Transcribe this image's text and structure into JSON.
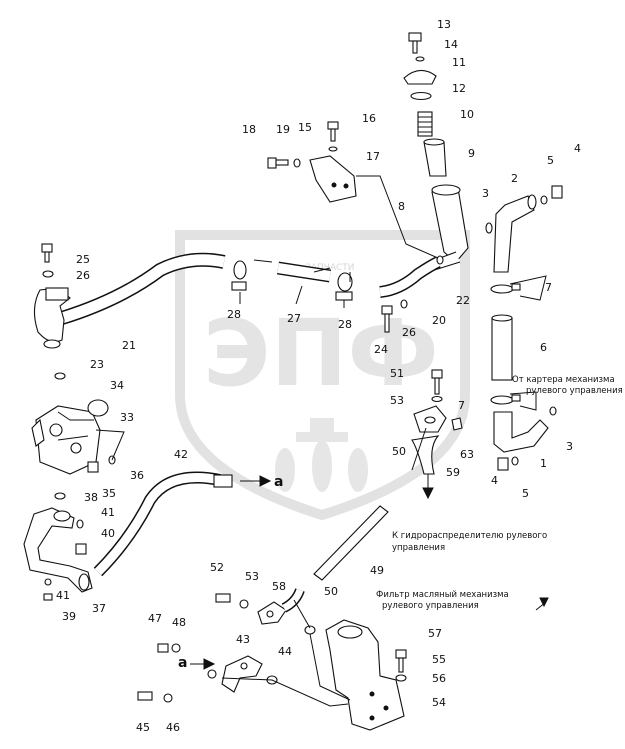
{
  "watermark": {
    "brand": "ЭПФ",
    "site": "ЗАПЧАСТИ"
  },
  "notes": {
    "from_steering_case": [
      "От картера механизма",
      "рулевого управления"
    ],
    "to_steering_valve": [
      "К гидрораспределителю рулевого",
      "управления"
    ],
    "oil_filter": [
      "Фильтр масляный механизма",
      "рулевого управления"
    ]
  },
  "arrow_labels": [
    "a",
    "a"
  ],
  "callouts": [
    {
      "n": "1"
    },
    {
      "n": "2"
    },
    {
      "n": "3"
    },
    {
      "n": "3"
    },
    {
      "n": "4"
    },
    {
      "n": "4"
    },
    {
      "n": "5"
    },
    {
      "n": "5"
    },
    {
      "n": "6"
    },
    {
      "n": "7"
    },
    {
      "n": "7"
    },
    {
      "n": "8"
    },
    {
      "n": "9"
    },
    {
      "n": "10"
    },
    {
      "n": "11"
    },
    {
      "n": "12"
    },
    {
      "n": "13"
    },
    {
      "n": "14"
    },
    {
      "n": "15"
    },
    {
      "n": "16"
    },
    {
      "n": "17"
    },
    {
      "n": "18"
    },
    {
      "n": "19"
    },
    {
      "n": "20"
    },
    {
      "n": "21"
    },
    {
      "n": "22"
    },
    {
      "n": "23"
    },
    {
      "n": "24"
    },
    {
      "n": "25"
    },
    {
      "n": "26"
    },
    {
      "n": "26"
    },
    {
      "n": "27"
    },
    {
      "n": "28"
    },
    {
      "n": "28"
    },
    {
      "n": "33"
    },
    {
      "n": "34"
    },
    {
      "n": "35"
    },
    {
      "n": "36"
    },
    {
      "n": "37"
    },
    {
      "n": "38"
    },
    {
      "n": "39"
    },
    {
      "n": "40"
    },
    {
      "n": "41"
    },
    {
      "n": "41"
    },
    {
      "n": "42"
    },
    {
      "n": "43"
    },
    {
      "n": "44"
    },
    {
      "n": "45"
    },
    {
      "n": "46"
    },
    {
      "n": "47"
    },
    {
      "n": "48"
    },
    {
      "n": "49"
    },
    {
      "n": "50"
    },
    {
      "n": "50"
    },
    {
      "n": "51"
    },
    {
      "n": "52"
    },
    {
      "n": "53"
    },
    {
      "n": "53"
    },
    {
      "n": "54"
    },
    {
      "n": "55"
    },
    {
      "n": "56"
    },
    {
      "n": "57"
    },
    {
      "n": "58"
    },
    {
      "n": "59"
    },
    {
      "n": "63"
    }
  ]
}
